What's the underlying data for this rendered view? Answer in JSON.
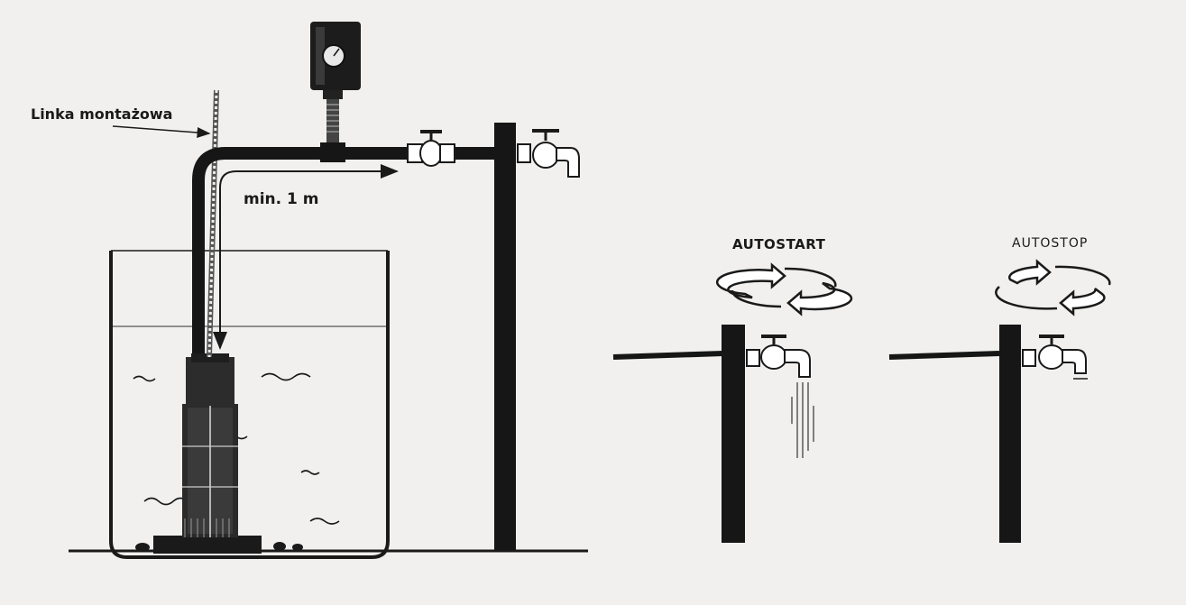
{
  "labels": {
    "mounting_line": "Linka montażowa",
    "min_distance": "min. 1 m",
    "autostart": "AUTOSTART",
    "autostop": "AUTOSTOP"
  },
  "colors": {
    "background": "#f1f0ee",
    "ink": "#1a1a1a",
    "pipe": "#161616"
  }
}
